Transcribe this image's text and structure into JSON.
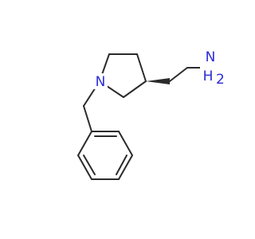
{
  "molecule": {
    "atoms": {
      "nitrogen_ring": {
        "label": "N",
        "color": "#2b2bd6"
      },
      "amine": {
        "label_n": "N",
        "label_h": "H",
        "subscript": "2",
        "color": "#2b2bd6"
      }
    },
    "bond_color": "#2b2b2b",
    "stereocenter": "wedge"
  }
}
